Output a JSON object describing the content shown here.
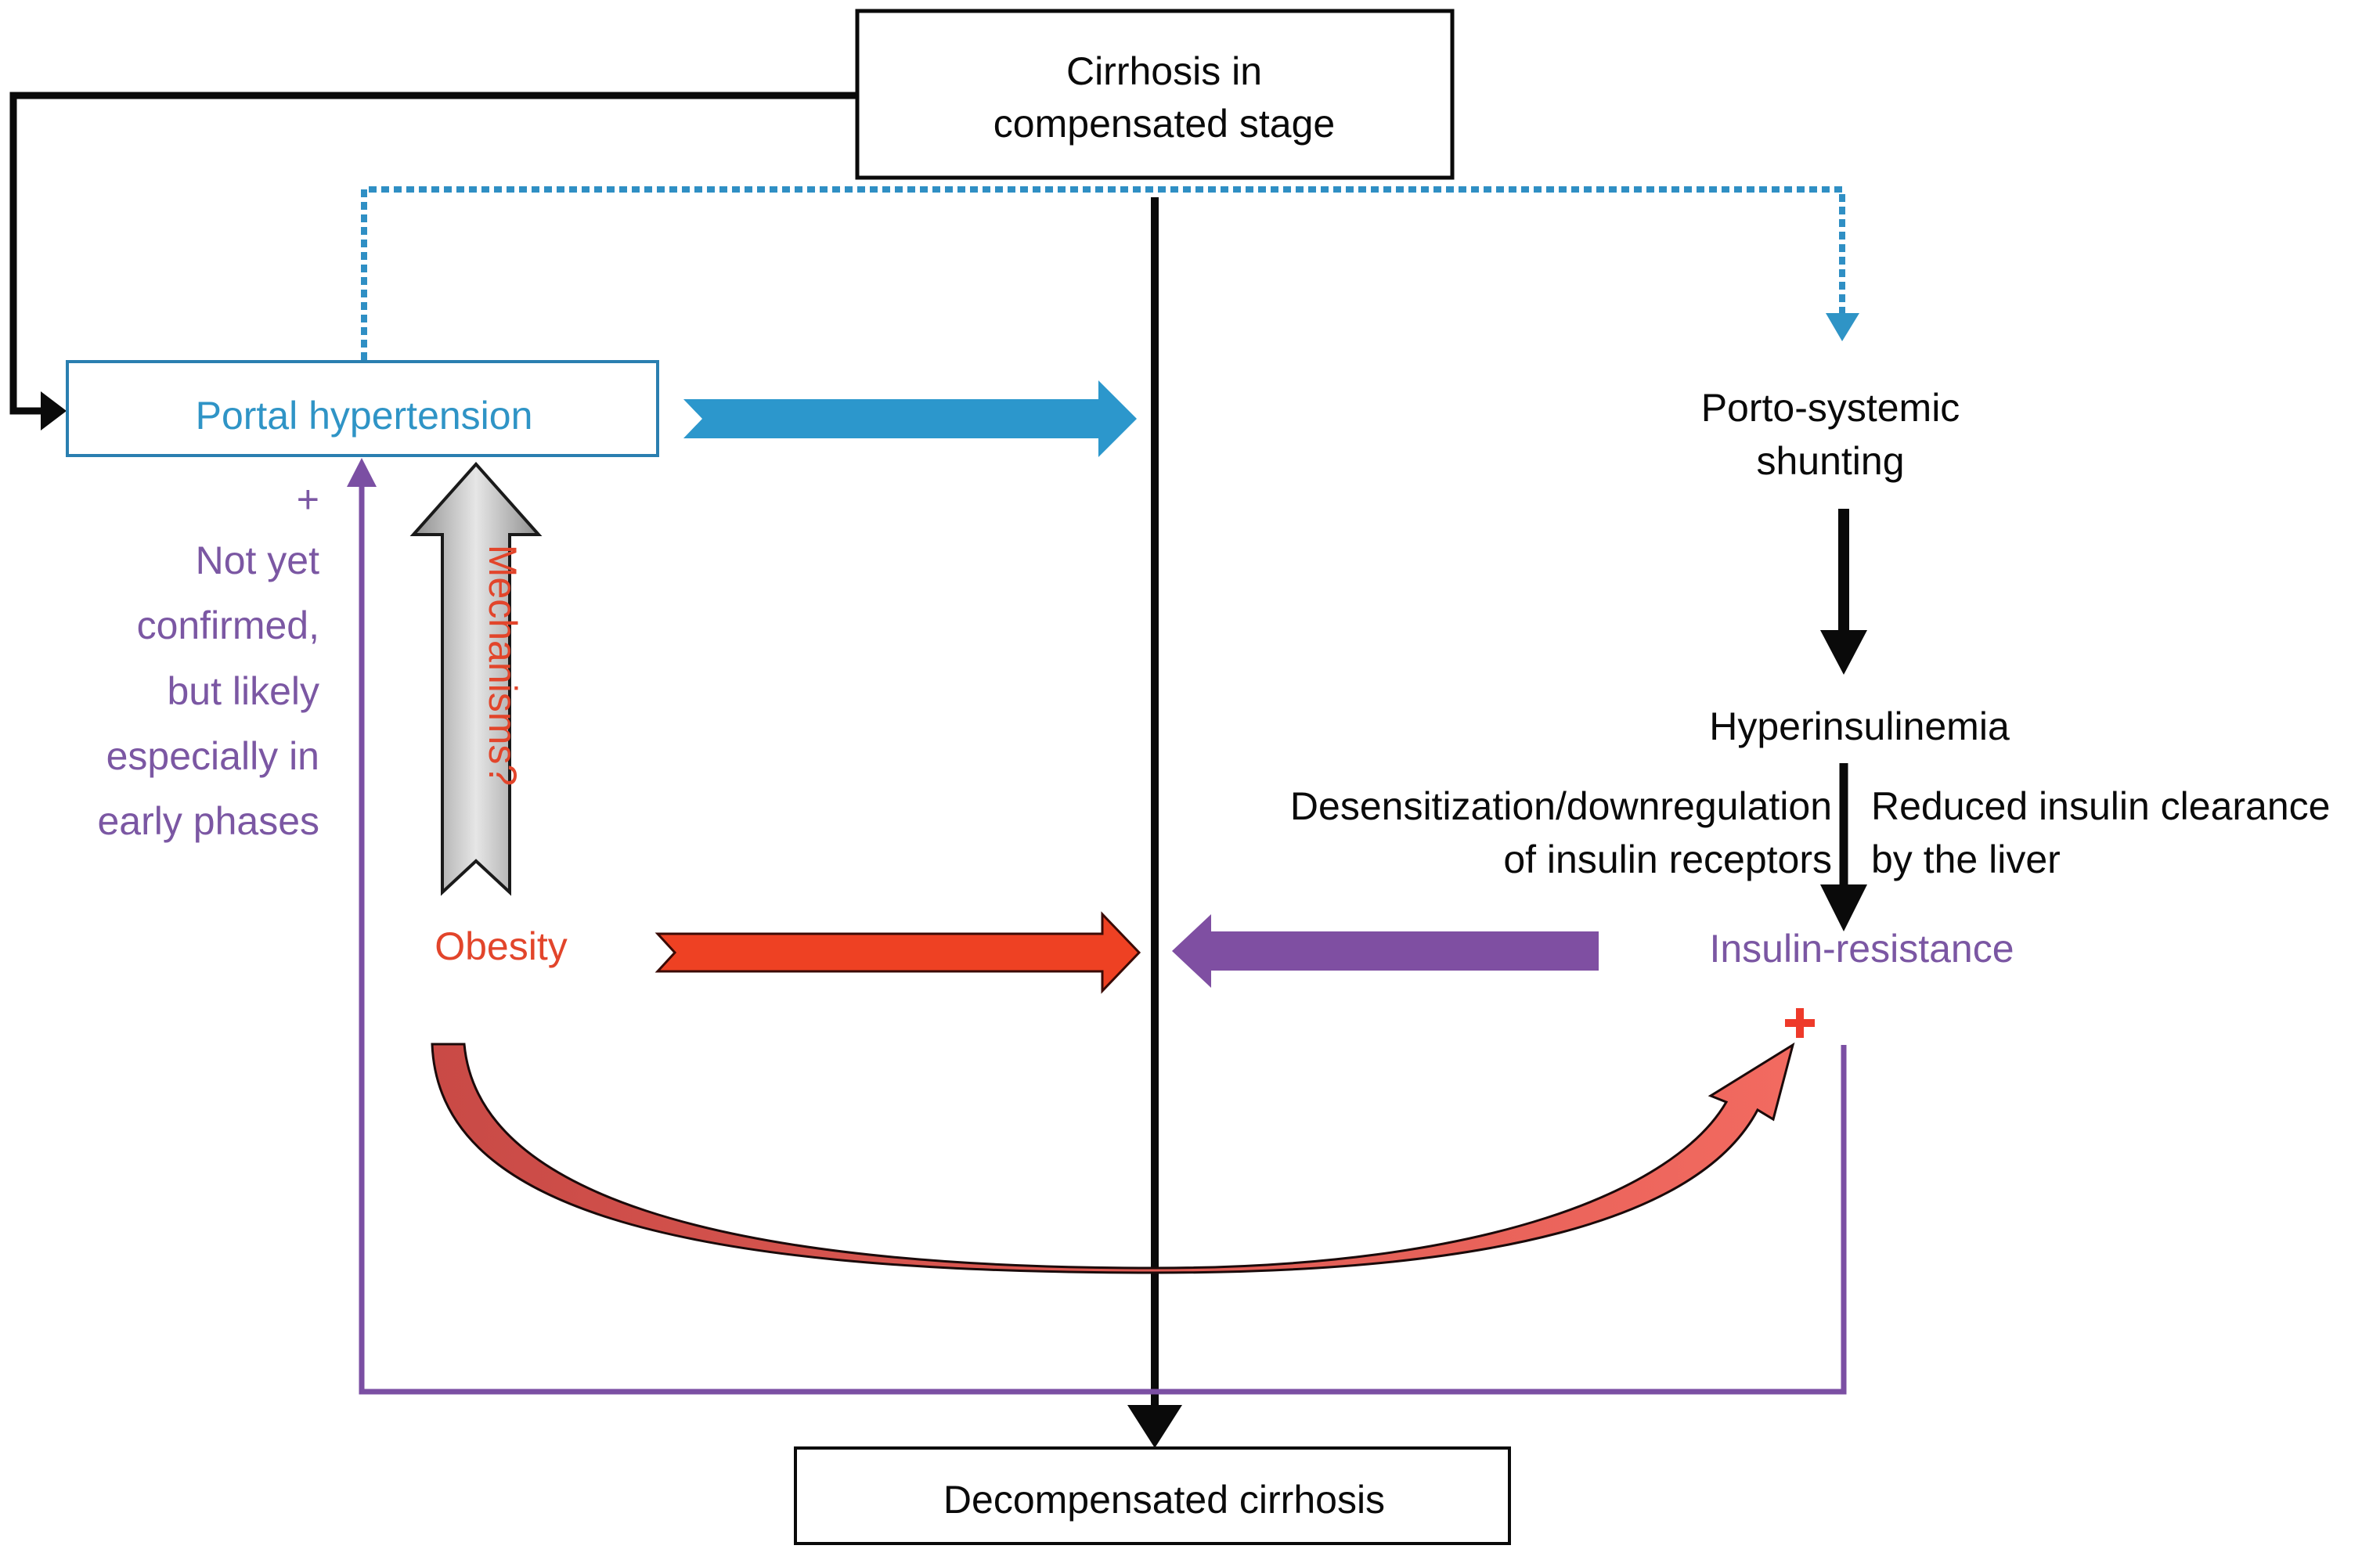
{
  "diagram": {
    "nodes": {
      "compensated": {
        "line1": "Cirrhosis in",
        "line2": "compensated stage"
      },
      "portal_hypertension": {
        "label": "Portal hypertension"
      },
      "porto_systemic": {
        "line1": "Porto-systemic",
        "line2": "shunting"
      },
      "hyperinsulinemia": {
        "label": "Hyperinsulinemia"
      },
      "insulin_resistance": {
        "label": "Insulin-resistance"
      },
      "obesity": {
        "label": "Obesity"
      },
      "decompensated": {
        "label": "Decompensated cirrhosis"
      }
    },
    "annotations": {
      "mechanisms": "Mechanisms?",
      "plus_purple": "+",
      "not_confirmed": [
        "Not yet",
        "confirmed,",
        "but likely",
        "especially in",
        "early phases"
      ],
      "desensitization": [
        "Desensitization/downregulation",
        "of insulin receptors"
      ],
      "reduced_clearance": [
        "Reduced insulin clearance",
        "by the liver"
      ],
      "plus_red": "+"
    },
    "colors": {
      "blue": "#2f94c6",
      "purple": "#7b4fa3",
      "red": "#ee4123",
      "curve_red": "#d9534f",
      "gray": "#a9a9a9",
      "black": "#0a0a0a"
    }
  }
}
